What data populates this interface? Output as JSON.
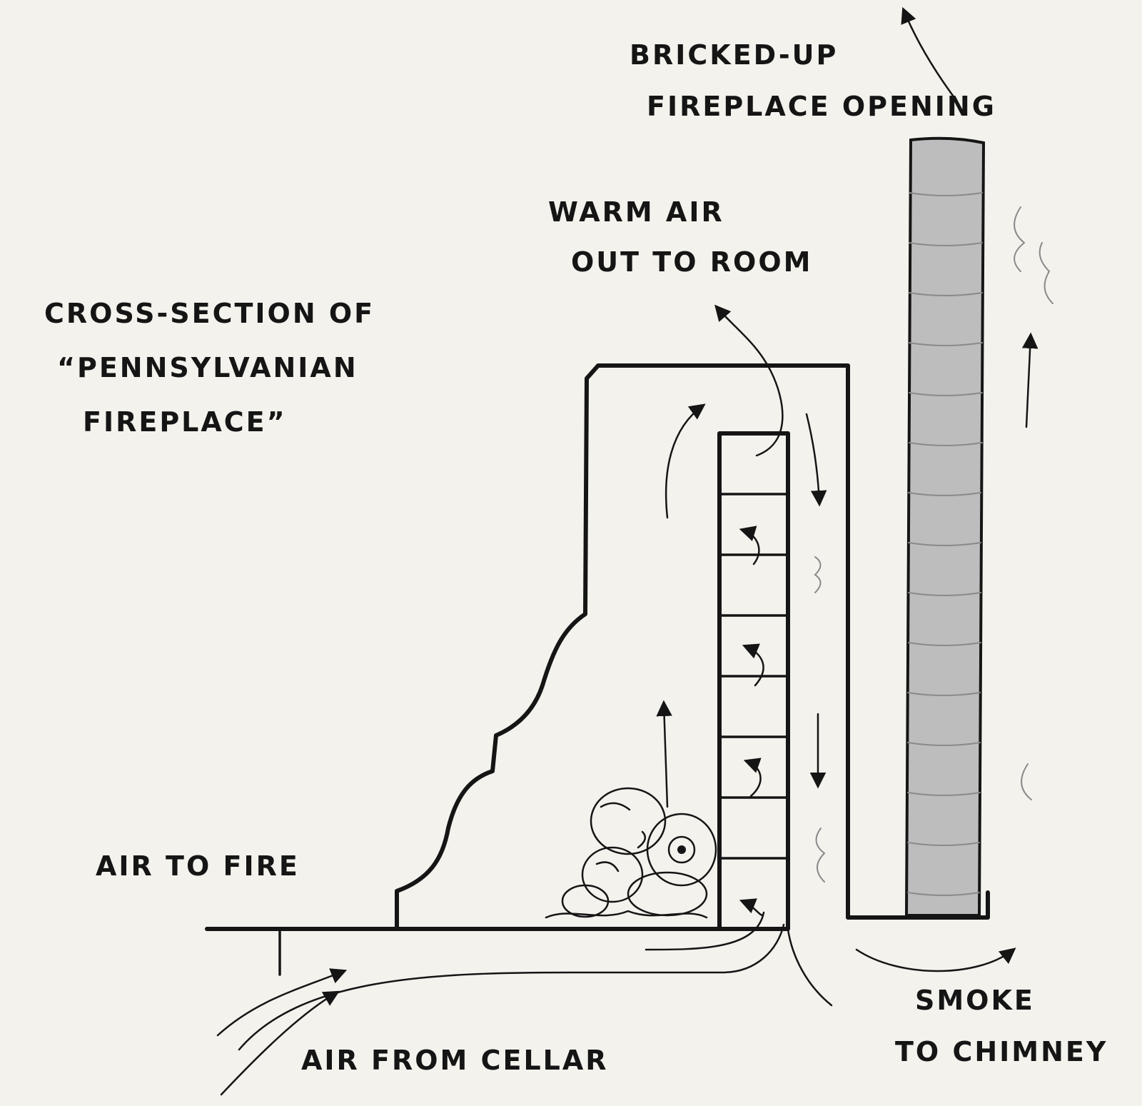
{
  "labels": {
    "bricked_up_line1": "BRICKED-UP",
    "bricked_up_line2": "FIREPLACE OPENING",
    "warm_air_line1": "WARM AIR",
    "warm_air_line2": "OUT TO ROOM",
    "cross_section_line1": "CROSS-SECTION OF",
    "cross_section_line2": "“PENNSYLVANIAN",
    "cross_section_line3": "FIREPLACE”",
    "air_to_fire": "AIR TO FIRE",
    "air_from_cellar": "AIR FROM CELLAR",
    "smoke_line1": "SMOKE",
    "smoke_line2": "TO CHIMNEY"
  },
  "colors": {
    "paper": "#f4f2ed",
    "ink": "#151515",
    "brick_fill": "#bdbdbd"
  }
}
